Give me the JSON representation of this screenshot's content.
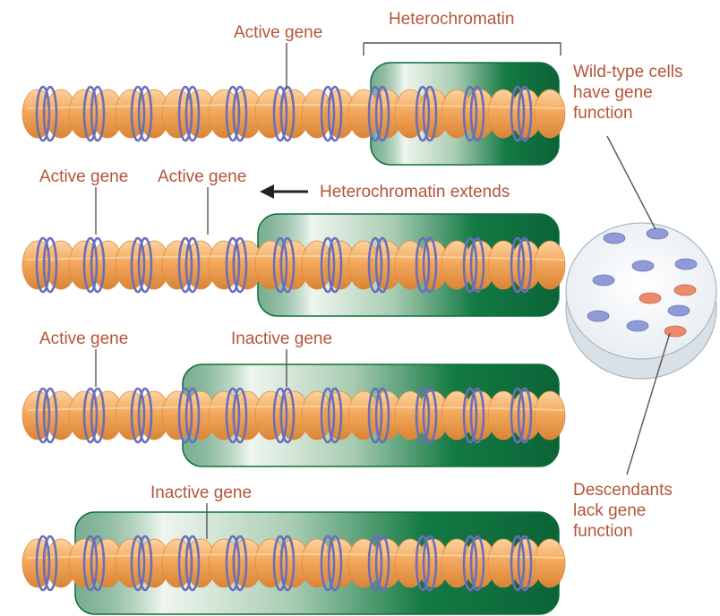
{
  "labels": {
    "row1_active_gene": "Active gene",
    "heterochromatin": "Heterochromatin",
    "wild_type": "Wild-type cells\nhave gene\nfunction",
    "row2_active_gene_a": "Active gene",
    "row2_active_gene_b": "Active gene",
    "heterochromatin_extends": "Heterochromatin extends",
    "row3_active_gene": "Active gene",
    "row3_inactive_gene": "Inactive gene",
    "row4_inactive_gene": "Inactive gene",
    "descendants": "Descendants\nlack gene\nfunction"
  },
  "colors": {
    "label": "#b4553a",
    "chromatin_fiber": "#f4a95c",
    "dna_coil": "#6b6fb8",
    "heterochromatin_dark": "#0d6e3a",
    "heterochromatin_light": "#eef5ee",
    "wild_type_cell": "#8f9bd6",
    "mutant_cell": "#ec8a6c"
  },
  "rows": [
    {
      "row": 1,
      "heterochromatin_extent": 0.35
    },
    {
      "row": 2,
      "heterochromatin_extent": 0.56
    },
    {
      "row": 3,
      "heterochromatin_extent": 0.7
    },
    {
      "row": 4,
      "heterochromatin_extent": 0.9
    }
  ],
  "dish_cells": [
    {
      "type": "wild-type"
    },
    {
      "type": "wild-type"
    },
    {
      "type": "wild-type"
    },
    {
      "type": "wild-type"
    },
    {
      "type": "wild-type"
    },
    {
      "type": "wild-type"
    },
    {
      "type": "wild-type"
    },
    {
      "type": "wild-type"
    },
    {
      "type": "mutant"
    },
    {
      "type": "mutant"
    },
    {
      "type": "mutant"
    }
  ]
}
